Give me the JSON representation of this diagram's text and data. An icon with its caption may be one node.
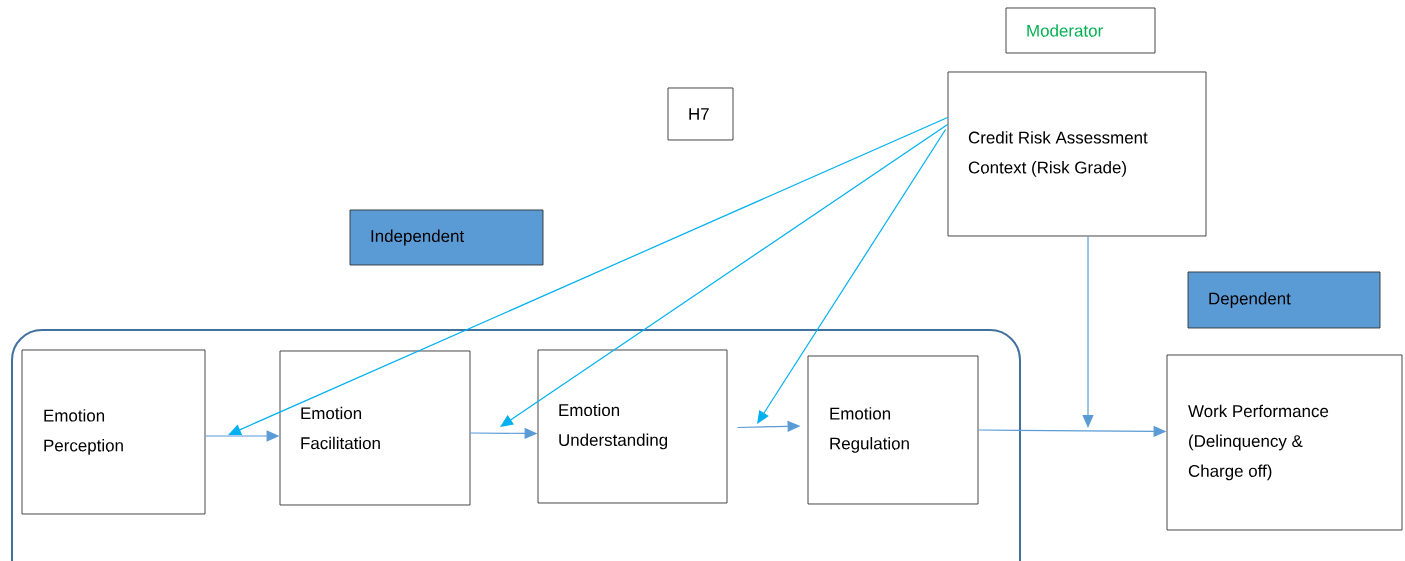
{
  "diagram": {
    "nodes": [
      {
        "text": [
          "Moderator"
        ]
      },
      {
        "text": [
          "H7"
        ]
      },
      {
        "text": [
          "Credit Risk Assessment Context (Risk Grade)"
        ]
      },
      {
        "text": [
          "Independent"
        ]
      },
      {
        "text": [
          "Dependent"
        ]
      },
      {
        "text": [],
        "shape": "box"
      },
      {
        "text": [
          "Emotion Perception"
        ],
        "in": 5
      },
      {
        "text": [
          "Emotion Facilitation"
        ],
        "in": 5
      },
      {
        "text": [
          "Emotion Understanding"
        ],
        "in": 5
      },
      {
        "text": [
          "Emotion Regulation"
        ],
        "in": 5
      },
      {
        "text": [
          "Work Performance (Delinquency & Charge off)"
        ]
      }
    ],
    "edges": [
      {
        "from": 6,
        "to": 7,
        "arrow": "to"
      },
      {
        "from": 7,
        "to": 8,
        "arrow": "to"
      },
      {
        "from": 8,
        "to": 9,
        "arrow": "to"
      },
      {
        "from": 9,
        "to": 10,
        "arrow": "to"
      },
      {
        "from": 2,
        "to": null,
        "arrow": "to",
        "color": "#00b0f0"
      },
      {
        "from": 2,
        "to": null,
        "arrow": "to",
        "color": "#00b0f0"
      },
      {
        "from": 2,
        "to": null,
        "arrow": "to",
        "color": "#00b0f0"
      },
      {
        "from": 2,
        "to": null,
        "arrow": "to"
      }
    ]
  }
}
